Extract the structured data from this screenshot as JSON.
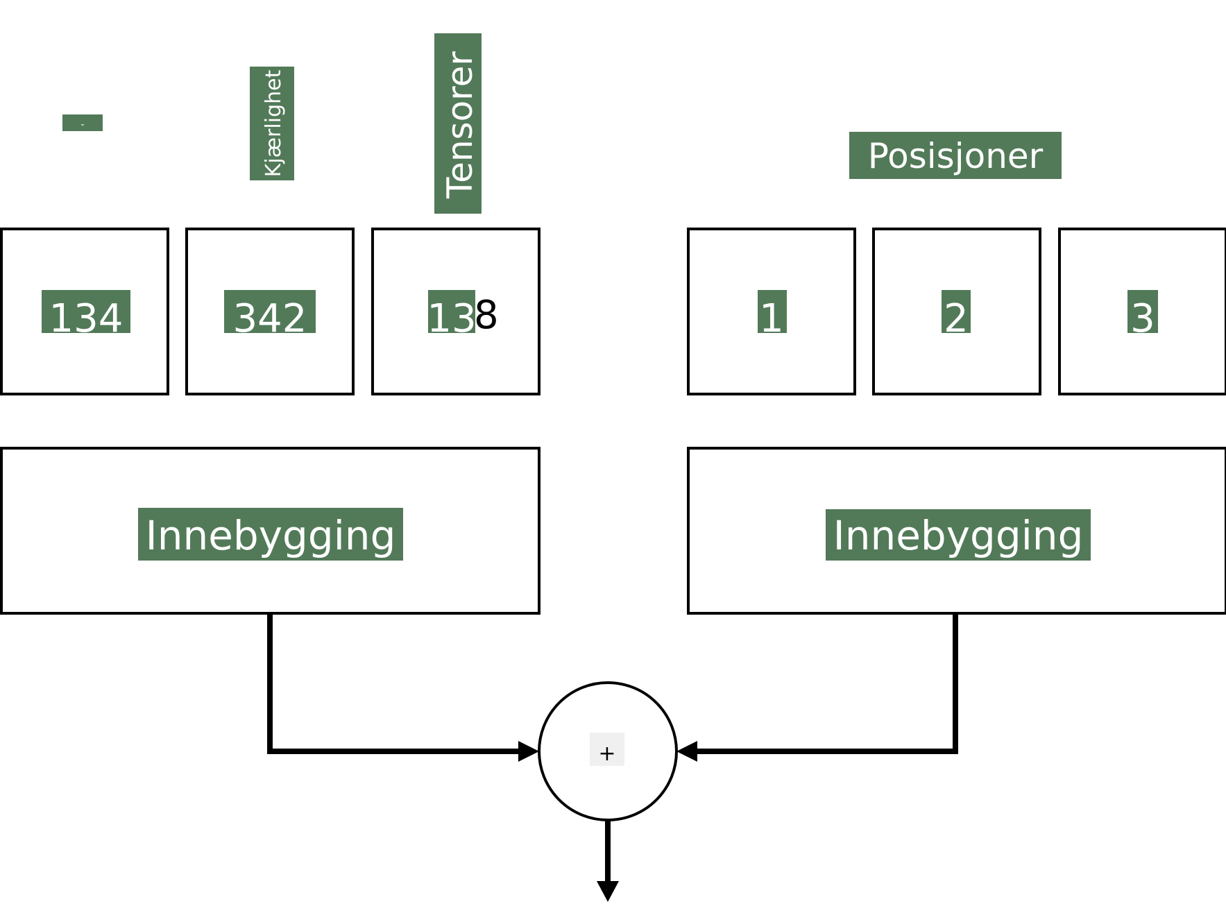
{
  "token_labels": [
    "-",
    "Kjærlighet",
    "Tensorer"
  ],
  "position_label": "Posisjoner",
  "token_ids": [
    "134",
    "342",
    "13"
  ],
  "token_id_overflow": "8",
  "positions": [
    "1",
    "2",
    "3"
  ],
  "embedding_left": "Innebygging",
  "embedding_right": "Innebygging",
  "sum_symbol": "+",
  "colors": {
    "label_background": "#527a58",
    "label_text": "#ffffff",
    "stroke": "#000000"
  }
}
